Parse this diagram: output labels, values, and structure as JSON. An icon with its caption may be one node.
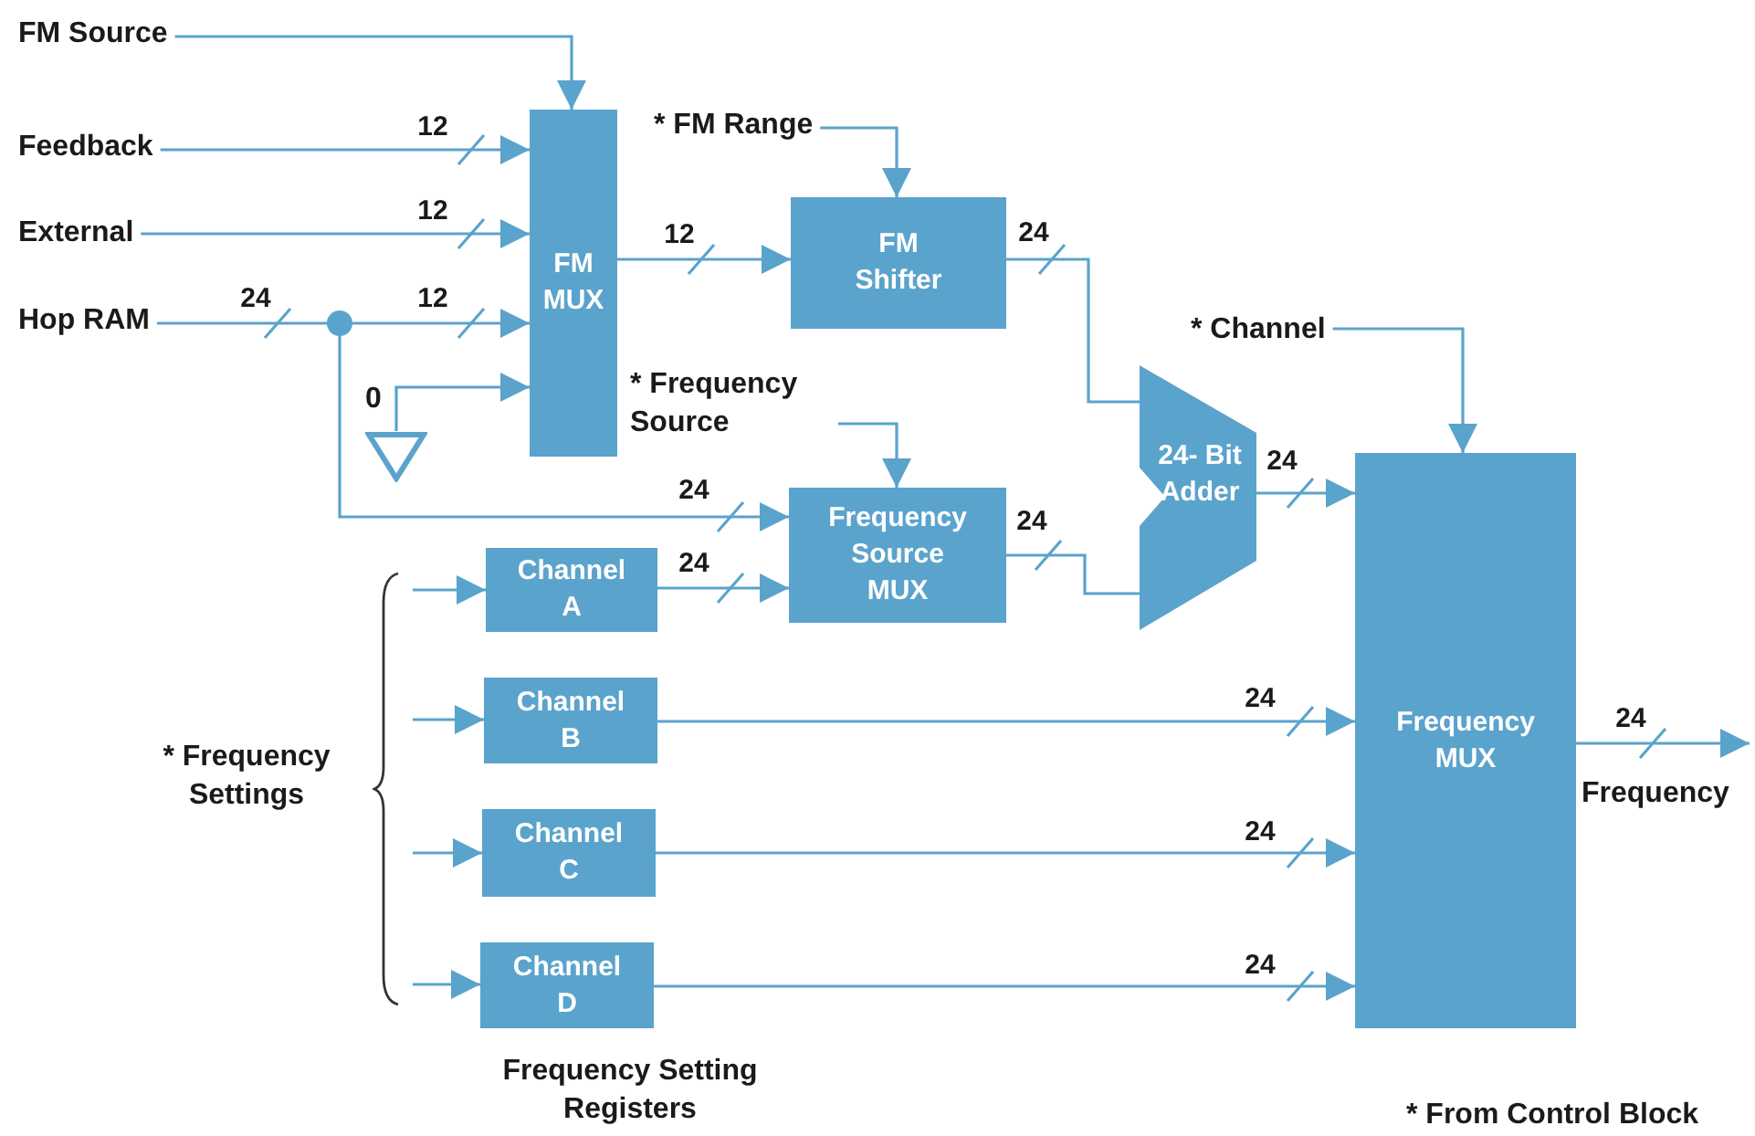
{
  "diagram": {
    "nodes": [
      {
        "text": [
          "FM Source"
        ]
      },
      {
        "text": [
          "Feedback"
        ]
      },
      {
        "text": [
          "External"
        ]
      },
      {
        "text": [
          "Hop RAM"
        ]
      },
      {
        "text": [
          "FM MUX"
        ]
      },
      {
        "text": [
          "* FM Range"
        ]
      },
      {
        "text": [
          "FM Shifter"
        ]
      },
      {
        "text": [
          "* Frequency Source"
        ]
      },
      {
        "text": [
          "Frequency Source MUX"
        ]
      },
      {
        "text": [
          "24- Bit Adder"
        ]
      },
      {
        "text": [
          "* Channel"
        ]
      },
      {
        "text": [
          "Frequency MUX"
        ]
      },
      {
        "text": [],
        "shape": "circle"
      },
      {
        "text": [],
        "shape": "triangle",
        "beside": [
          "0"
        ]
      },
      {
        "text": [
          "Channel A"
        ]
      },
      {
        "text": [
          "Channel B"
        ]
      },
      {
        "text": [
          "Channel C"
        ]
      },
      {
        "text": [
          "Channel D"
        ]
      },
      {
        "text": [
          "* Frequency Settings"
        ]
      }
    ],
    "edges": [
      {
        "from": 0,
        "to": 4,
        "arrow": "to"
      },
      {
        "from": 1,
        "to": 4,
        "arrow": "to",
        "label": "12"
      },
      {
        "from": 2,
        "to": 4,
        "arrow": "to",
        "label": "12"
      },
      {
        "from": 3,
        "to": 12,
        "arrow": "none",
        "label": "24"
      },
      {
        "from": 12,
        "to": 4,
        "arrow": "to",
        "label": "12"
      },
      {
        "from": 13,
        "to": 4,
        "arrow": "to"
      },
      {
        "from": 4,
        "to": 6,
        "arrow": "to",
        "label": "12"
      },
      {
        "from": 5,
        "to": 6,
        "arrow": "to"
      },
      {
        "from": 12,
        "to": 8,
        "arrow": "to",
        "label": "24"
      },
      {
        "from": 7,
        "to": 8,
        "arrow": "to"
      },
      {
        "from": 14,
        "to": 8,
        "arrow": "to",
        "label": "24"
      },
      {
        "from": 6,
        "to": 9,
        "arrow": "none",
        "label": "24"
      },
      {
        "from": 8,
        "to": 9,
        "arrow": "none",
        "label": "24"
      },
      {
        "from": 10,
        "to": 11,
        "arrow": "to"
      },
      {
        "from": 9,
        "to": 11,
        "arrow": "to",
        "label": "24"
      },
      {
        "from": 18,
        "to": 14,
        "arrow": "to"
      },
      {
        "from": 18,
        "to": 15,
        "arrow": "to"
      },
      {
        "from": 18,
        "to": 16,
        "arrow": "to"
      },
      {
        "from": 18,
        "to": 17,
        "arrow": "to"
      },
      {
        "from": 15,
        "to": 11,
        "arrow": "to",
        "label": "24"
      },
      {
        "from": 16,
        "to": 11,
        "arrow": "to",
        "label": "24"
      },
      {
        "from": 17,
        "to": 11,
        "arrow": "to",
        "label": "24"
      },
      {
        "from": 11,
        "to": null,
        "arrow": "to",
        "label": "24"
      }
    ],
    "labels": [
      "Frequency",
      "Frequency Setting Registers",
      "* From Control Block"
    ]
  }
}
